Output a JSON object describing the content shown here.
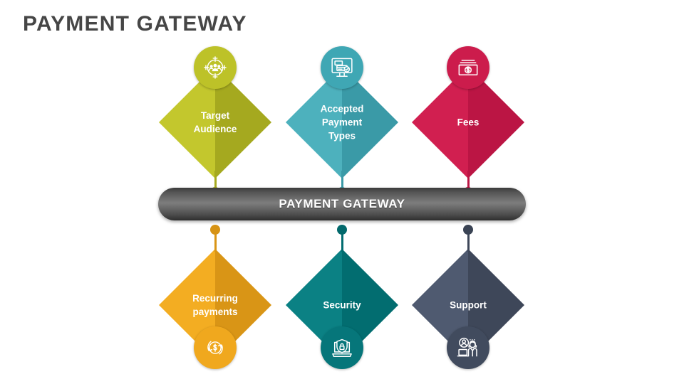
{
  "title": "PAYMENT GATEWAY",
  "center": {
    "label": "PAYMENT GATEWAY",
    "gradient_dark": "#2e2e2e",
    "gradient_light": "#7d7d7d"
  },
  "nodes": {
    "top": [
      {
        "label": "Target\nAudience",
        "label_line1": "Target",
        "label_line2": "Audience",
        "color": "#bfc429",
        "color_light": "#c3c72d",
        "color_dark": "#a5a91f",
        "badge_color": "#bdc228",
        "icon": "target-audience-icon"
      },
      {
        "label": "Accepted\nPayment\nTypes",
        "label_line1": "Accepted",
        "label_line2": "Payment",
        "label_line3": "Types",
        "color": "#45abb8",
        "color_light": "#4db1bd",
        "color_dark": "#3a9aa7",
        "badge_color": "#3fa7b4",
        "icon": "monitor-card-icon"
      },
      {
        "label": "Fees",
        "label_line1": "Fees",
        "color": "#cf1d4d",
        "color_light": "#d11f50",
        "color_dark": "#bb1544",
        "badge_color": "#cc1c4c",
        "icon": "banknotes-icon"
      }
    ],
    "bottom": [
      {
        "label": "Recurring\npayments",
        "label_line1": "Recurring",
        "label_line2": "payments",
        "color": "#f0a81e",
        "color_light": "#f3ad22",
        "color_dark": "#d99516",
        "badge_color": "#f0a81e",
        "icon": "recurring-coin-icon"
      },
      {
        "label": "Security",
        "label_line1": "Security",
        "color": "#04797c",
        "color_light": "#0b8184",
        "color_dark": "#026d70",
        "badge_color": "#06767a",
        "icon": "laptop-shield-lock-icon"
      },
      {
        "label": "Support",
        "label_line1": "Support",
        "color": "#4a5568",
        "color_light": "#4f5a70",
        "color_dark": "#3e4759",
        "badge_color": "#414b5e",
        "icon": "support-agent-icon"
      }
    ]
  }
}
